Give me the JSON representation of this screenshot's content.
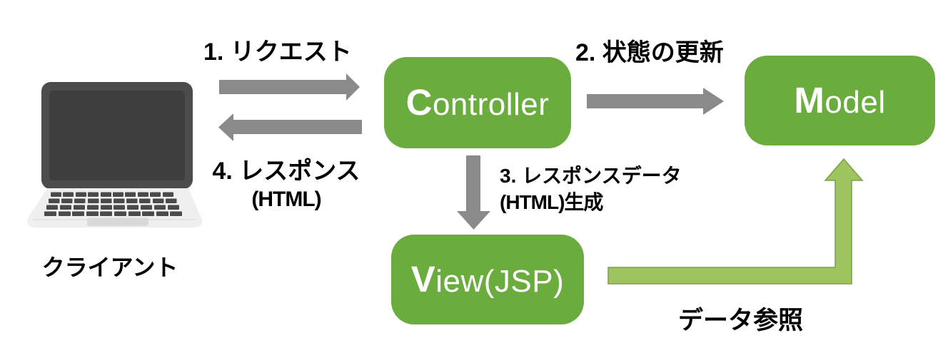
{
  "colors": {
    "box_green": "#6BAC3E",
    "arrow_gray": "#8A8A8A",
    "elbow_fill": "#9DC45F",
    "elbow_stroke": "#7E9D45",
    "laptop_bezel": "#4C4C4C",
    "laptop_screen": "#3E3E3E",
    "laptop_base": "#EFEFEF",
    "laptop_base_line": "#E2E2E2",
    "laptop_key": "#4A4A4A",
    "laptop_trackpad": "#D9D9D9",
    "label_text": "#000000"
  },
  "client": {
    "label": "クライアント"
  },
  "boxes": {
    "controller": {
      "lead": "C",
      "rest": "ontroller"
    },
    "model": {
      "lead": "M",
      "rest": "odel"
    },
    "view": {
      "lead": "V",
      "rest": "iew(JSP)"
    }
  },
  "labels": {
    "request": "1. リクエスト",
    "state_update": "2. 状態の更新",
    "response_line1": "4. レスポンス",
    "response_line2": "(HTML)",
    "response_data_line1": "3. レスポンスデータ",
    "response_data_line2": "(HTML)生成",
    "data_reference": "データ参照"
  }
}
